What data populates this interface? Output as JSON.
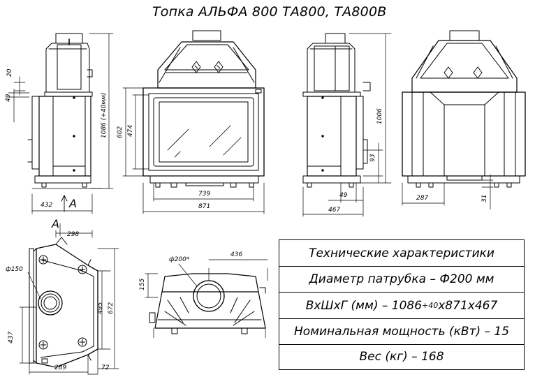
{
  "title": "Топка АЛЬФА 800 ТА800, ТА800В",
  "views": {
    "side_left": {
      "dims": [
        "49",
        "20",
        "1086 (+40мм)",
        "432",
        "A"
      ]
    },
    "front": {
      "dims": [
        "602",
        "474",
        "739",
        "871"
      ]
    },
    "side_right": {
      "dims": [
        "1006",
        "93",
        "49",
        "467"
      ]
    },
    "rear": {
      "dims": [
        "287",
        "31"
      ]
    },
    "top_view": {
      "dims": [
        "A",
        "298",
        "ф150",
        "495",
        "672",
        "437",
        "289",
        "72"
      ]
    },
    "top_front": {
      "dims": [
        "ф200*",
        "436",
        "155"
      ]
    }
  },
  "specs": {
    "heading": "Технические характеристики",
    "diameter": "Диаметр патрубка – Ф200 мм",
    "size_prefix": "ВхШхГ (мм) – 1086",
    "size_sub": "+40",
    "size_suffix": "х871х467",
    "power": "Номинальная мощность (кВт) – 15",
    "weight": "Вес (кг) – 168"
  }
}
